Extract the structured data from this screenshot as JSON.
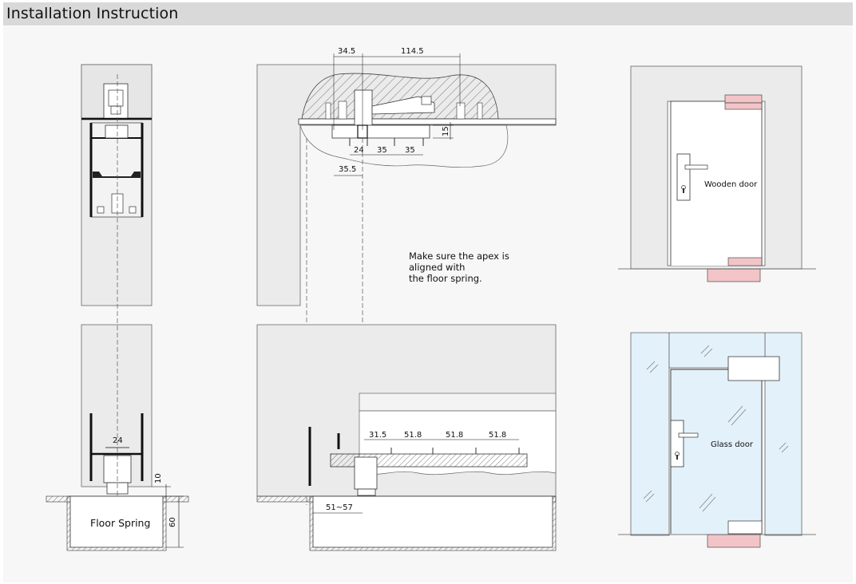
{
  "header": {
    "title": "Installation Instruction"
  },
  "left_view": {
    "dim_width": "24",
    "dim_gap": "10",
    "dim_depth": "60",
    "floor_spring_label": "Floor Spring"
  },
  "middle_view": {
    "top_dim_1": "34.5",
    "top_dim_2": "114.5",
    "dim_24": "24",
    "dim_35a": "35",
    "dim_35b": "35",
    "dim_15": "15",
    "dim_35_5": "35.5",
    "note_line1": "Make sure the apex is",
    "note_line2": "aligned with",
    "note_line3": "the floor spring.",
    "bottom_dim_1": "31.5",
    "bottom_dim_2": "51.8",
    "bottom_dim_3": "51.8",
    "bottom_dim_4": "51.8",
    "bottom_dim_range": "51~57"
  },
  "right_view": {
    "wooden_door_label": "Wooden door",
    "glass_door_label": "Glass door"
  },
  "colors": {
    "accent_pink": "#f2c4c8",
    "glass_blue": "#e3f1fb",
    "panel_gray": "#e9e9e9"
  }
}
